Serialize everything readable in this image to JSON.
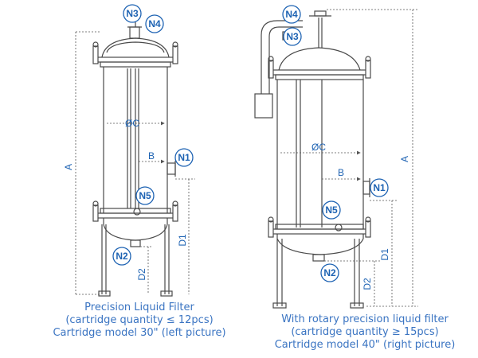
{
  "labels": {
    "n1": "N1",
    "n2": "N2",
    "n3": "N3",
    "n4": "N4",
    "n5": "N5",
    "a": "A",
    "b": "B",
    "c": "ØC",
    "d1": "D1",
    "d2": "D2"
  },
  "captions": {
    "left": [
      "Precision Liquid Filter",
      "(cartridge quantity ≤ 12pcs)",
      "Cartridge model 30\" (left picture)"
    ],
    "right": [
      "With rotary precision liquid filter",
      "(cartridge quantity ≥ 15pcs)",
      "Cartridge model 40\" (right picture)"
    ]
  },
  "colors": {
    "line": "#4a4a4a",
    "accent": "#1e63b3",
    "caption": "#3a74c2"
  }
}
